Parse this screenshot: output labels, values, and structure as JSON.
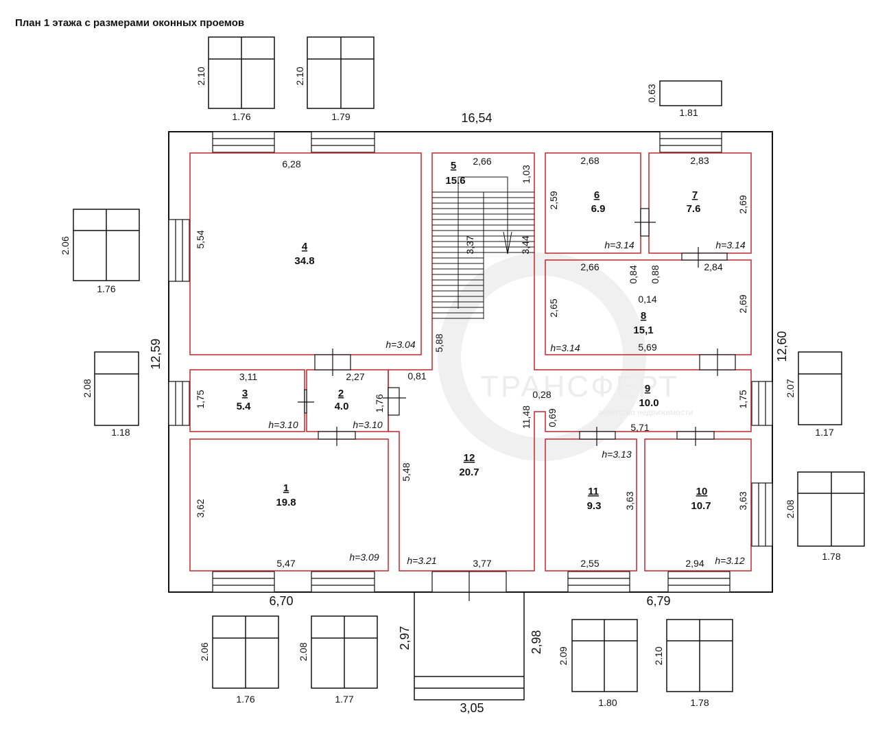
{
  "title": "План 1 этажа с размерами оконных проемов",
  "watermark": {
    "brand": "ТРАНСФЕРТ",
    "sub": "агентство недвижимости"
  },
  "overall": {
    "top": "16,54",
    "left": "12,59",
    "right": "12,60",
    "bottom_left": "6,70",
    "bottom_right": "6,79",
    "porch_left": "2,97",
    "porch_right": "2,98",
    "porch_bottom": "3,05"
  },
  "rooms": [
    {
      "id": "r1",
      "num": "1",
      "area": "19.8",
      "h": "h=3.09",
      "dims": [
        "5,47",
        "3,62"
      ]
    },
    {
      "id": "r2",
      "num": "2",
      "area": "4.0",
      "h": "h=3.10",
      "dims": [
        "2,27",
        "1,76"
      ]
    },
    {
      "id": "r3",
      "num": "3",
      "area": "5.4",
      "h": "h=3.10",
      "dims": [
        "3,11",
        "1,75"
      ]
    },
    {
      "id": "r4",
      "num": "4",
      "area": "34.8",
      "h": "h=3.04",
      "dims": [
        "6,28",
        "5,54"
      ]
    },
    {
      "id": "r5",
      "num": "5",
      "area": "15.6",
      "h": "",
      "dims": [
        "2,66",
        "1,03",
        "3,37",
        "3,44"
      ]
    },
    {
      "id": "r6",
      "num": "6",
      "area": "6.9",
      "h": "h=3.14",
      "dims": [
        "2,68",
        "2,59"
      ]
    },
    {
      "id": "r7",
      "num": "7",
      "area": "7.6",
      "h": "h=3.14",
      "dims": [
        "2,83",
        "2,69"
      ]
    },
    {
      "id": "r8",
      "num": "8",
      "area": "15,1",
      "h": "h=3.14",
      "dims": [
        "2,66",
        "0,84",
        "0,88",
        "2,84",
        "0,14",
        "2,65",
        "2,69",
        "5,69"
      ]
    },
    {
      "id": "r9",
      "num": "9",
      "area": "10.0",
      "h": "h=3.13",
      "dims": [
        "0,28",
        "0,69",
        "5,71",
        "1,75"
      ]
    },
    {
      "id": "r10",
      "num": "10",
      "area": "10.7",
      "h": "h=3.12",
      "dims": [
        "2,94",
        "3,63"
      ]
    },
    {
      "id": "r11",
      "num": "11",
      "area": "9.3",
      "h": "",
      "dims": [
        "2,55",
        "3,63"
      ]
    },
    {
      "id": "r12",
      "num": "12",
      "area": "20.7",
      "h": "h=3.21",
      "dims": [
        "0,81",
        "5,88",
        "5,48",
        "11,48",
        "3,77"
      ]
    }
  ],
  "windows": [
    {
      "id": "w-top-1",
      "h": "2.10",
      "w": "1.76"
    },
    {
      "id": "w-top-2",
      "h": "2.10",
      "w": "1.79"
    },
    {
      "id": "w-top-3",
      "h": "0.63",
      "w": "1.81"
    },
    {
      "id": "w-left-1",
      "h": "2.06",
      "w": "1.76"
    },
    {
      "id": "w-left-2",
      "h": "2.08",
      "w": "1.18"
    },
    {
      "id": "w-right-1",
      "h": "2.07",
      "w": "1.17"
    },
    {
      "id": "w-right-2",
      "h": "2.08",
      "w": "1.78"
    },
    {
      "id": "w-bot-1",
      "h": "2.06",
      "w": "1.76"
    },
    {
      "id": "w-bot-2",
      "h": "2.08",
      "w": "1.77"
    },
    {
      "id": "w-bot-3",
      "h": "2.09",
      "w": "1.80"
    },
    {
      "id": "w-bot-4",
      "h": "2.10",
      "w": "1.78"
    }
  ],
  "colors": {
    "wall": "#111111",
    "room": "#c0272d",
    "watermark": "#ededed"
  }
}
